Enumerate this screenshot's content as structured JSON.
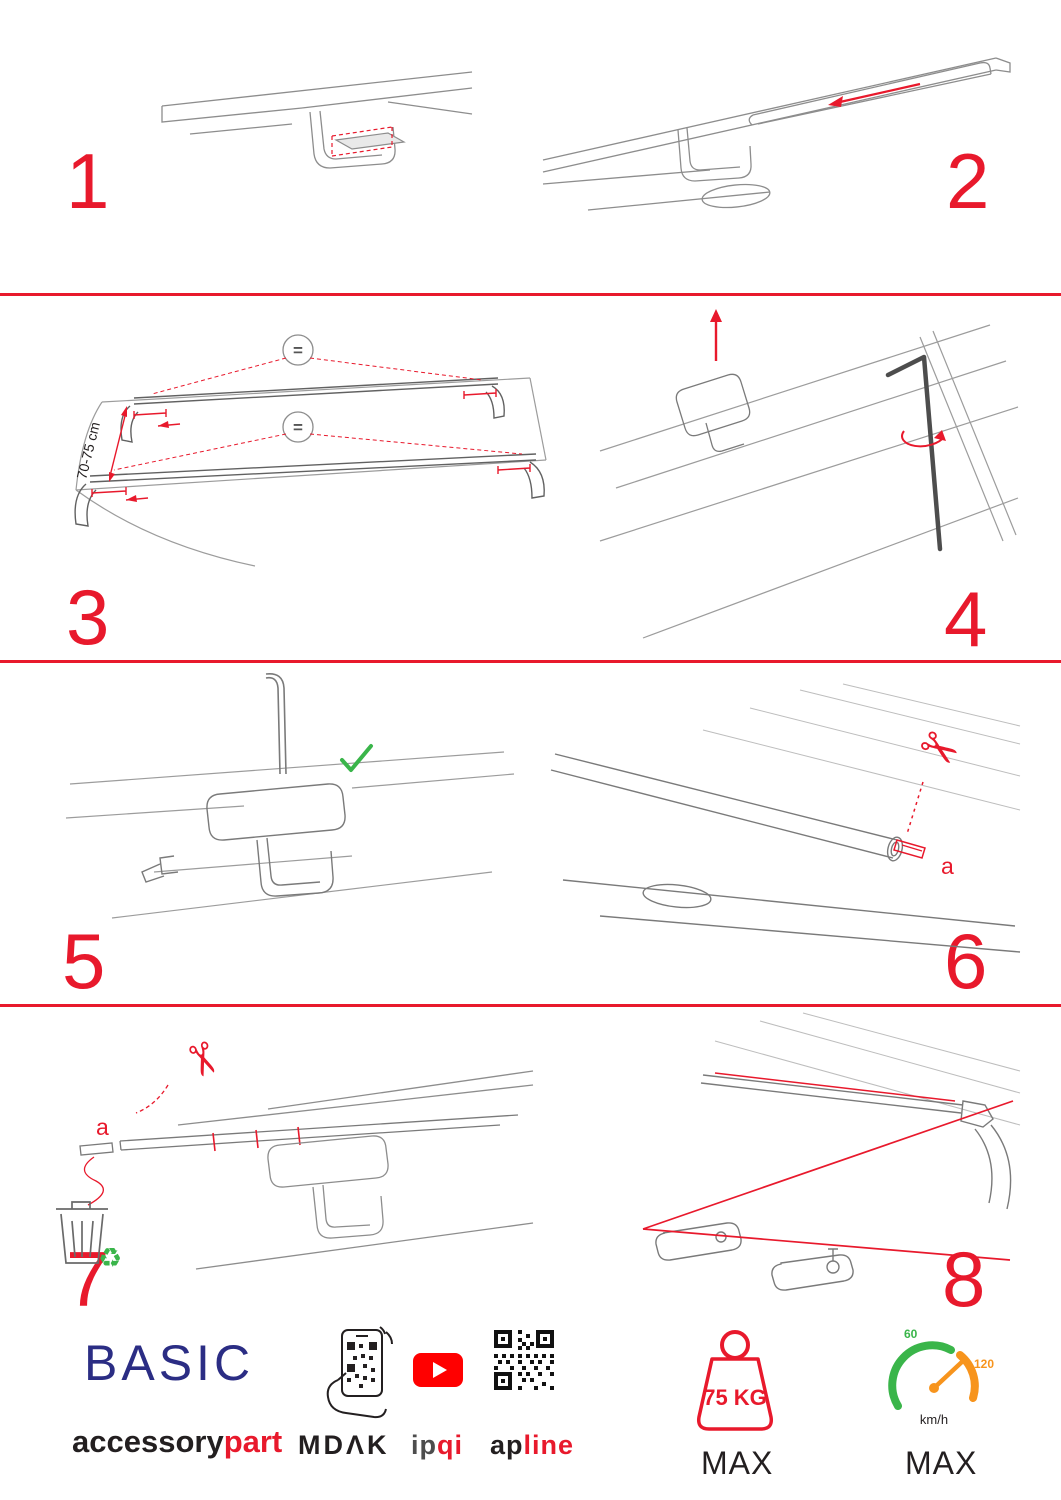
{
  "page": {
    "bg": "#ffffff",
    "accent_red": "#e8192c",
    "brand_blue": "#2b2d84",
    "green": "#3ab54a",
    "orange": "#f7941d"
  },
  "steps": {
    "s1": {
      "number": "1"
    },
    "s2": {
      "number": "2"
    },
    "s3": {
      "number": "3",
      "measure": "70-75 cm",
      "equal": "="
    },
    "s4": {
      "number": "4"
    },
    "s5": {
      "number": "5"
    },
    "s6": {
      "number": "6",
      "part_label": "a"
    },
    "s7": {
      "number": "7",
      "part_label": "a"
    },
    "s8": {
      "number": "8"
    }
  },
  "icons": {
    "scissors": "✂",
    "recycle": "♻"
  },
  "footer": {
    "basic": "BASIC",
    "accessory": "accessory",
    "part": "part",
    "mdak": "MDΛK",
    "ip": "ip",
    "qi": "qi",
    "ap": "ap",
    "line": "line",
    "weight_value": "75 KG",
    "weight_max": "MAX",
    "speed_low": "60",
    "speed_high": "120",
    "speed_unit": "km/h",
    "speed_max": "MAX"
  }
}
